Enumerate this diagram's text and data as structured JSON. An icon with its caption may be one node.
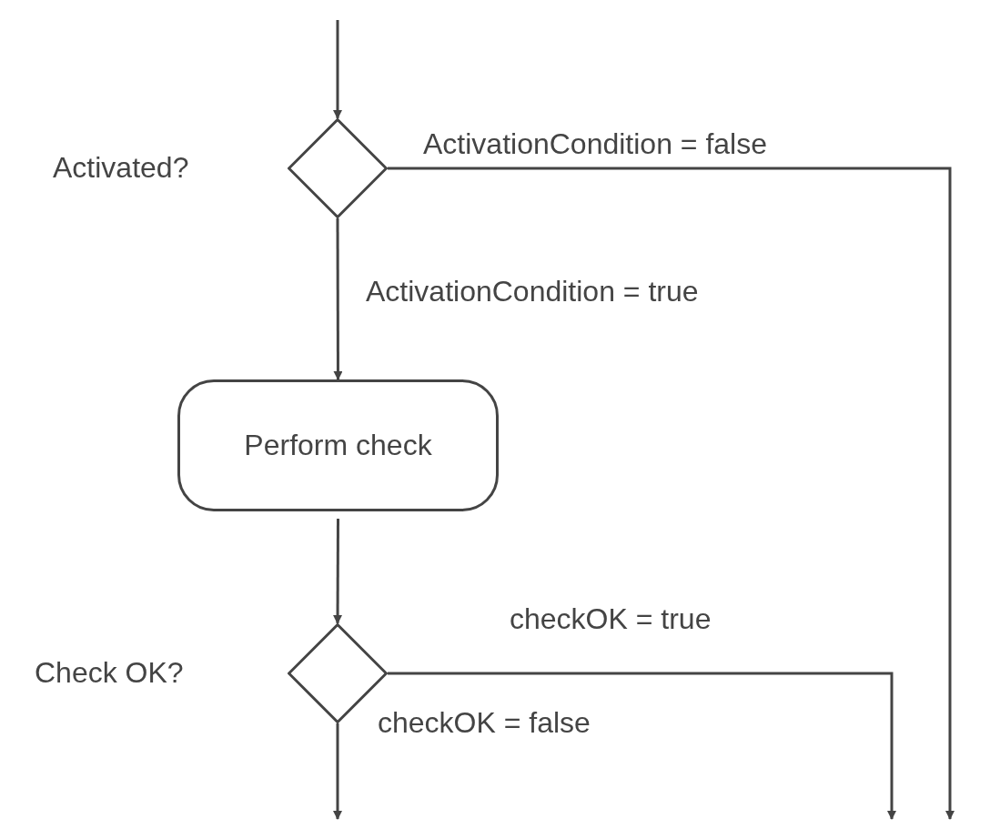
{
  "diagram": {
    "nodes": [
      {
        "text": [
          "Activated?"
        ]
      },
      {
        "text": [
          "Perform check"
        ]
      },
      {
        "text": [
          "Check OK?"
        ]
      }
    ],
    "edges": [
      {
        "from": null,
        "to": 0,
        "arrow": "to"
      },
      {
        "from": 0,
        "to": 1,
        "arrow": "to",
        "label": "ActivationCondition = true"
      },
      {
        "from": 0,
        "to": null,
        "arrow": "to",
        "label": "ActivationCondition = false"
      },
      {
        "from": 1,
        "to": 2,
        "arrow": "to"
      },
      {
        "from": 2,
        "to": null,
        "arrow": "to",
        "label": "checkOK = true"
      },
      {
        "from": 2,
        "to": null,
        "arrow": "to",
        "label": "checkOK = false"
      }
    ]
  }
}
